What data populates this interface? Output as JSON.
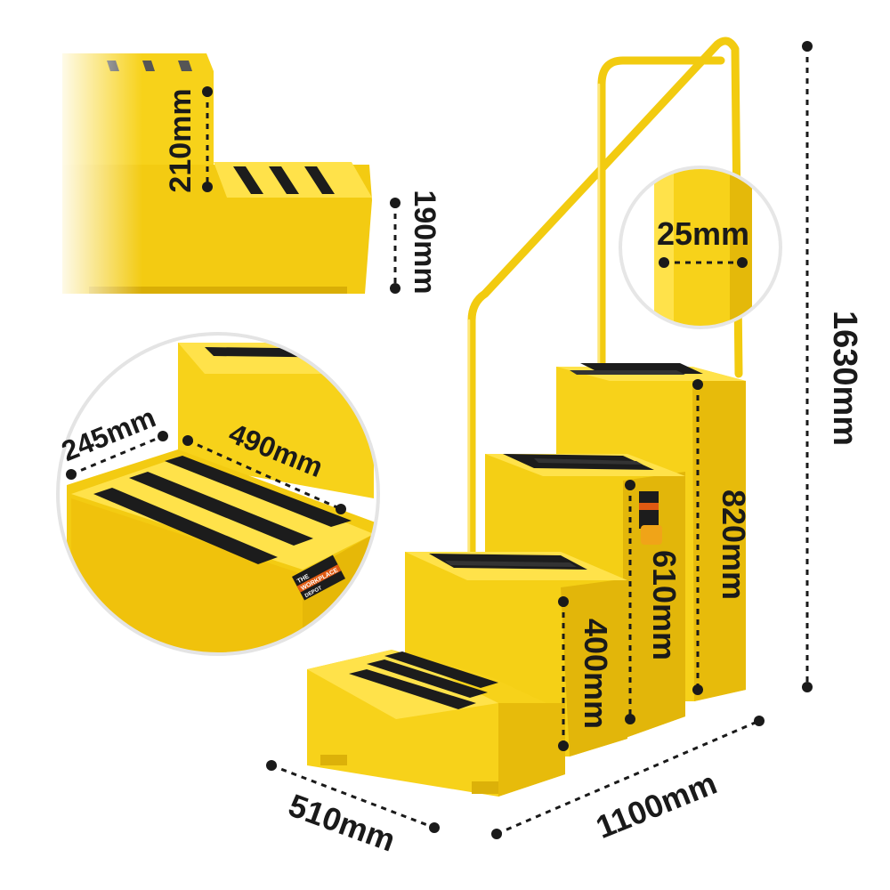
{
  "product": {
    "colors": {
      "body": "#f7d21a",
      "body_dark": "#e2b60a",
      "body_light": "#ffe34a",
      "tread": "#1c1c1c",
      "line": "#1a1a1a"
    }
  },
  "dimensions": {
    "height_total": "1630mm",
    "length_total": "1100mm",
    "width_total": "510mm",
    "top_step_height": "820mm",
    "third_step_height": "610mm",
    "second_step_height": "400mm",
    "handrail_diameter": "25mm",
    "tread_width": "490mm",
    "tread_depth": "245mm",
    "riser_height": "210mm",
    "base_step_height": "190mm"
  },
  "badge": {
    "text_top": "THE",
    "text_main": "WORKPLACE",
    "text_bottom": "DEPOT"
  }
}
